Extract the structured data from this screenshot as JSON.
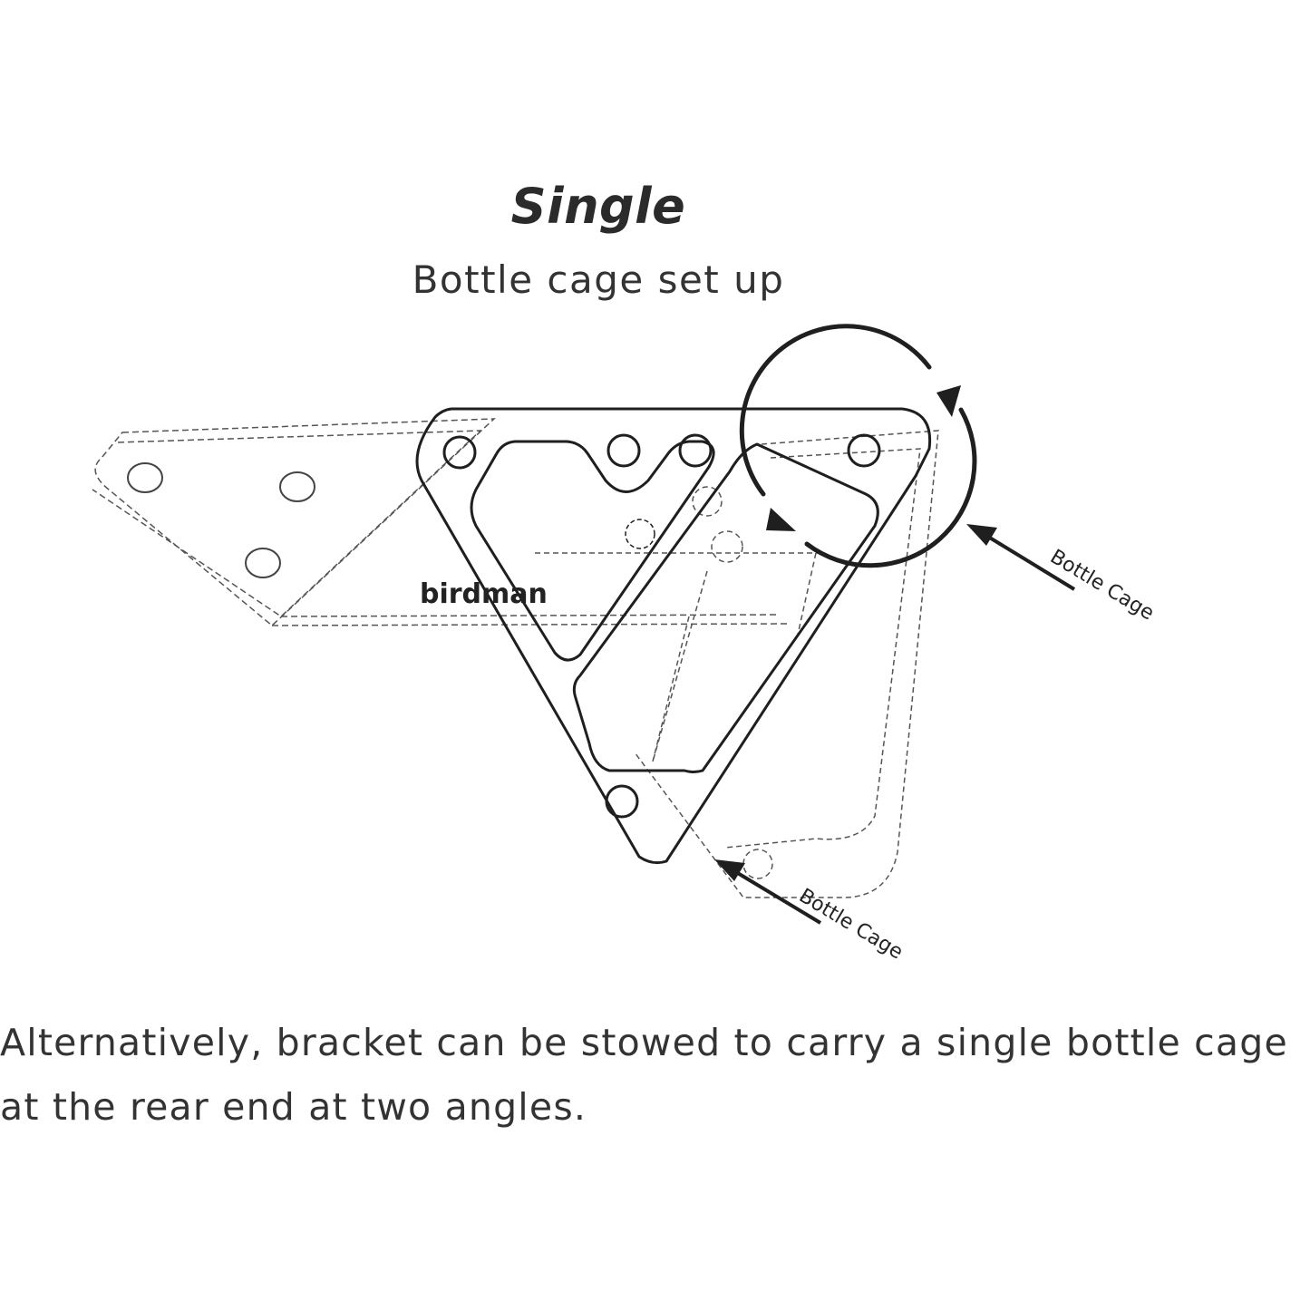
{
  "title": "Single",
  "subtitle": "Bottle cage set up",
  "diagram": {
    "brand_text": "birdman",
    "labels": [
      "Bottle Cage",
      "Bottle Cage"
    ]
  },
  "description": [
    "Alternatively, bracket can be stowed to carry a single bottle cage",
    "at the rear end at two angles."
  ]
}
